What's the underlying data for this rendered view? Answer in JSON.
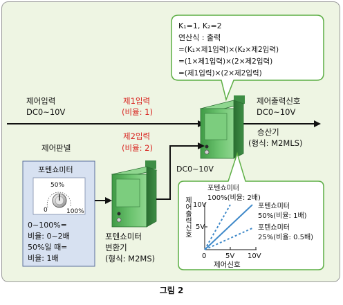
{
  "callout_formula": {
    "line1": "K₁=1, K₂=2",
    "line2": "연산식 : 출력",
    "line3": "=(K₁×제1입력)×(K₂×제2입력)",
    "line4": "=(1×제1입력)×(2×제2입력)",
    "line5": "=(제1입력)×(2×제2입력)"
  },
  "left_signal": {
    "line1": "제어입력",
    "line2": "DC0~10V"
  },
  "input1": {
    "line1": "제1입력",
    "line2": "(비율: 1)"
  },
  "input2": {
    "line1": "제2입력",
    "line2": "(비율: 2)"
  },
  "output": {
    "line1": "제어출력신호",
    "line2": "DC0~10V"
  },
  "computer": {
    "name": "승산기",
    "model": "(형식: M2MLS)"
  },
  "panel": {
    "title": "제어판넬",
    "box_title": "포텐쇼미터",
    "dial_50": "50%",
    "dial_0": "0",
    "dial_100": "100%",
    "note1": "0~100%=",
    "note2": "비율: 0~2배",
    "note3": "50%일 때=",
    "note4": "비율: 1배"
  },
  "converter": {
    "line1": "포텐쇼미터",
    "line2": "변환기",
    "line3": "(형식: M2MS)"
  },
  "mid_signal": "DC0~10V",
  "graph": {
    "series_top": {
      "line1": "포텐쇼미터",
      "line2": "100%(비율: 2배)"
    },
    "series_mid": {
      "line1": "포텐쇼미터",
      "line2": "50%(비율: 1배)"
    },
    "series_low": {
      "line1": "포텐쇼미터",
      "line2": "25%(비율: 0.5배)"
    },
    "y_label": "제어출력신호",
    "y_ticks": [
      "10V",
      "5V"
    ],
    "x_ticks": [
      "0",
      "5V",
      "10V"
    ],
    "x_label": "제어신호"
  },
  "caption": "그림 2"
}
